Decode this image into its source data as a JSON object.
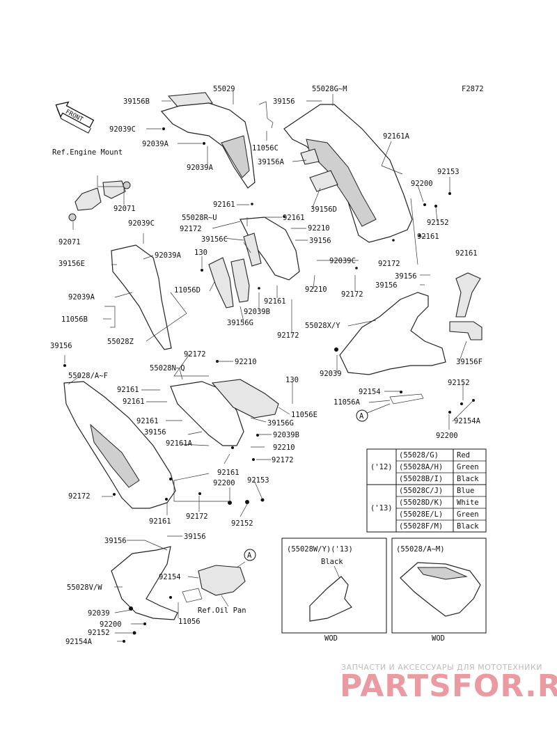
{
  "figure_code": "F2872",
  "front_label": "FRONT",
  "refs": {
    "engine_mount": "Ref.Engine Mount",
    "oil_pan": "Ref.Oil Pan"
  },
  "callouts": [
    {
      "id": "c1",
      "text": "39156B"
    },
    {
      "id": "c2",
      "text": "55029"
    },
    {
      "id": "c3",
      "text": "39156"
    },
    {
      "id": "c4",
      "text": "55028G~M"
    },
    {
      "id": "c5",
      "text": "92039C"
    },
    {
      "id": "c6",
      "text": "92039A"
    },
    {
      "id": "c7",
      "text": "11056C"
    },
    {
      "id": "c8",
      "text": "92161A"
    },
    {
      "id": "c9",
      "text": "92039A"
    },
    {
      "id": "c10",
      "text": "39156A"
    },
    {
      "id": "c11",
      "text": "92153"
    },
    {
      "id": "c12",
      "text": "92200"
    },
    {
      "id": "c13",
      "text": "92071"
    },
    {
      "id": "c14",
      "text": "92161"
    },
    {
      "id": "c15",
      "text": "39156D"
    },
    {
      "id": "c16",
      "text": "55028R~U"
    },
    {
      "id": "c17",
      "text": "92161"
    },
    {
      "id": "c18",
      "text": "92152"
    },
    {
      "id": "c19",
      "text": "92039C"
    },
    {
      "id": "c20",
      "text": "92172"
    },
    {
      "id": "c21",
      "text": "92210"
    },
    {
      "id": "c22",
      "text": "92071"
    },
    {
      "id": "c23",
      "text": "39156C"
    },
    {
      "id": "c24",
      "text": "39156"
    },
    {
      "id": "c25",
      "text": "92161"
    },
    {
      "id": "c26",
      "text": "130"
    },
    {
      "id": "c27",
      "text": "92039A"
    },
    {
      "id": "c28",
      "text": "92161"
    },
    {
      "id": "c29",
      "text": "92039C"
    },
    {
      "id": "c30",
      "text": "39156E"
    },
    {
      "id": "c31",
      "text": "92172"
    },
    {
      "id": "c32",
      "text": "39156"
    },
    {
      "id": "c33",
      "text": "11056D"
    },
    {
      "id": "c34",
      "text": "92210"
    },
    {
      "id": "c35",
      "text": "39156"
    },
    {
      "id": "c36",
      "text": "92039A"
    },
    {
      "id": "c37",
      "text": "92161"
    },
    {
      "id": "c38",
      "text": "92172"
    },
    {
      "id": "c39",
      "text": "92039B"
    },
    {
      "id": "c40",
      "text": "11056B"
    },
    {
      "id": "c41",
      "text": "39156G"
    },
    {
      "id": "c42",
      "text": "55028X/Y"
    },
    {
      "id": "c43",
      "text": "92172"
    },
    {
      "id": "c44",
      "text": "55028Z"
    },
    {
      "id": "c45",
      "text": "39156F"
    },
    {
      "id": "c46",
      "text": "39156"
    },
    {
      "id": "c47",
      "text": "92172"
    },
    {
      "id": "c48",
      "text": "92039"
    },
    {
      "id": "c49",
      "text": "92210"
    },
    {
      "id": "c50",
      "text": "55028N~Q"
    },
    {
      "id": "c51",
      "text": "55028/A~F"
    },
    {
      "id": "c52",
      "text": "130"
    },
    {
      "id": "c53",
      "text": "92152"
    },
    {
      "id": "c54",
      "text": "92161"
    },
    {
      "id": "c55",
      "text": "92154"
    },
    {
      "id": "c56",
      "text": "92161"
    },
    {
      "id": "c57",
      "text": "11056E"
    },
    {
      "id": "c58",
      "text": "11056A"
    },
    {
      "id": "c59",
      "text": "92154A"
    },
    {
      "id": "c60",
      "text": "39156G"
    },
    {
      "id": "c61",
      "text": "92161"
    },
    {
      "id": "c62",
      "text": "92039B"
    },
    {
      "id": "c63",
      "text": "92200"
    },
    {
      "id": "c64",
      "text": "39156"
    },
    {
      "id": "c65",
      "text": "92161A"
    },
    {
      "id": "c66",
      "text": "92210"
    },
    {
      "id": "c67",
      "text": "92172"
    },
    {
      "id": "c68",
      "text": "92161"
    },
    {
      "id": "c69",
      "text": "92153"
    },
    {
      "id": "c70",
      "text": "92200"
    },
    {
      "id": "c71",
      "text": "92172"
    },
    {
      "id": "c72",
      "text": "92172"
    },
    {
      "id": "c73",
      "text": "92161"
    },
    {
      "id": "c74",
      "text": "92152"
    },
    {
      "id": "c75",
      "text": "39156"
    },
    {
      "id": "c76",
      "text": "39156"
    },
    {
      "id": "c77",
      "text": "92154"
    },
    {
      "id": "c78",
      "text": "55028V/W"
    },
    {
      "id": "c79",
      "text": "92039"
    },
    {
      "id": "c80",
      "text": "11056"
    },
    {
      "id": "c81",
      "text": "92200"
    },
    {
      "id": "c82",
      "text": "92152"
    },
    {
      "id": "c83",
      "text": "92154A"
    }
  ],
  "markers": [
    {
      "id": "m1",
      "text": "A"
    },
    {
      "id": "m2",
      "text": "A"
    }
  ],
  "color_table": {
    "groups": [
      {
        "year": "('12)",
        "rows": [
          {
            "code": "(55028/G)",
            "color": "Red"
          },
          {
            "code": "(55028A/H)",
            "color": "Green"
          },
          {
            "code": "(55028B/I)",
            "color": "Black"
          }
        ]
      },
      {
        "year": "('13)",
        "rows": [
          {
            "code": "(55028C/J)",
            "color": "Blue"
          },
          {
            "code": "(55028D/K)",
            "color": "White"
          },
          {
            "code": "(55028E/L)",
            "color": "Green"
          },
          {
            "code": "(55028F/M)",
            "color": "Black"
          }
        ]
      }
    ]
  },
  "insets": [
    {
      "title": "(55028W/Y)('13)",
      "sub": "Black",
      "footer": "WOD"
    },
    {
      "title": "(55028/A~M)",
      "sub": "",
      "footer": "WOD"
    }
  ],
  "watermark": {
    "line1": "ЗАПЧАСТИ И АКСЕССУАРЫ ДЛЯ МОТОТЕХНИКИ",
    "line2": "PARTSFOR.RU"
  }
}
